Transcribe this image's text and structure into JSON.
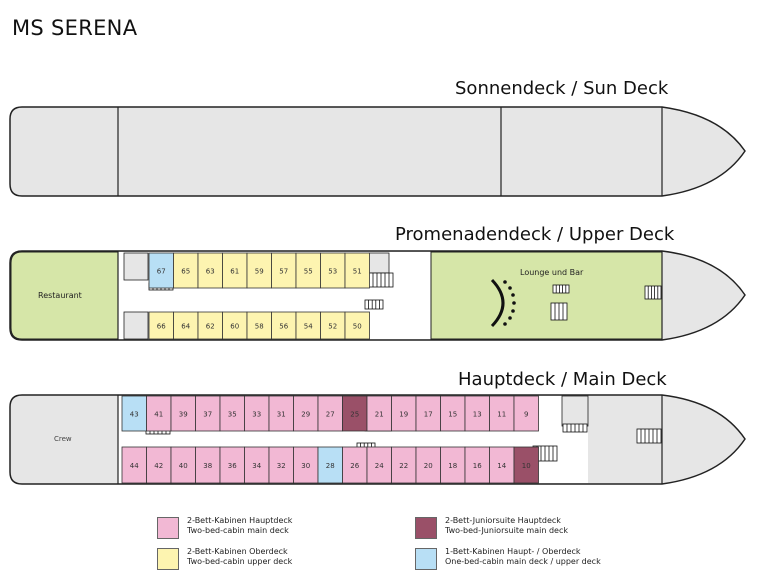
{
  "title": "MS SERENA",
  "decks": {
    "sun": {
      "label": "Sonnendeck / Sun Deck"
    },
    "upper": {
      "label": "Promenadendeck / Upper Deck",
      "restaurant": "Restaurant",
      "lounge": "Lounge und Bar",
      "row_top": [
        {
          "n": "67",
          "type": "single"
        },
        {
          "n": "65",
          "type": "upper"
        },
        {
          "n": "63",
          "type": "upper"
        },
        {
          "n": "61",
          "type": "upper"
        },
        {
          "n": "59",
          "type": "upper"
        },
        {
          "n": "57",
          "type": "upper"
        },
        {
          "n": "55",
          "type": "upper"
        },
        {
          "n": "53",
          "type": "upper"
        },
        {
          "n": "51",
          "type": "upper"
        }
      ],
      "row_bottom": [
        {
          "n": "66",
          "type": "upper"
        },
        {
          "n": "64",
          "type": "upper"
        },
        {
          "n": "62",
          "type": "upper"
        },
        {
          "n": "60",
          "type": "upper"
        },
        {
          "n": "58",
          "type": "upper"
        },
        {
          "n": "56",
          "type": "upper"
        },
        {
          "n": "54",
          "type": "upper"
        },
        {
          "n": "52",
          "type": "upper"
        },
        {
          "n": "50",
          "type": "upper"
        }
      ]
    },
    "main": {
      "label": "Hauptdeck / Main Deck",
      "crew": "Crew",
      "row_top": [
        {
          "n": "43",
          "type": "single"
        },
        {
          "n": "41",
          "type": "main"
        },
        {
          "n": "39",
          "type": "main"
        },
        {
          "n": "37",
          "type": "main"
        },
        {
          "n": "35",
          "type": "main"
        },
        {
          "n": "33",
          "type": "main"
        },
        {
          "n": "31",
          "type": "main"
        },
        {
          "n": "29",
          "type": "main"
        },
        {
          "n": "27",
          "type": "main"
        },
        {
          "n": "25",
          "type": "junior"
        },
        {
          "n": "21",
          "type": "main"
        },
        {
          "n": "19",
          "type": "main"
        },
        {
          "n": "17",
          "type": "main"
        },
        {
          "n": "15",
          "type": "main"
        },
        {
          "n": "13",
          "type": "main"
        },
        {
          "n": "11",
          "type": "main"
        },
        {
          "n": "9",
          "type": "main"
        }
      ],
      "row_bottom": [
        {
          "n": "44",
          "type": "main"
        },
        {
          "n": "42",
          "type": "main"
        },
        {
          "n": "40",
          "type": "main"
        },
        {
          "n": "38",
          "type": "main"
        },
        {
          "n": "36",
          "type": "main"
        },
        {
          "n": "34",
          "type": "main"
        },
        {
          "n": "32",
          "type": "main"
        },
        {
          "n": "30",
          "type": "main"
        },
        {
          "n": "28",
          "type": "single"
        },
        {
          "n": "26",
          "type": "main"
        },
        {
          "n": "24",
          "type": "main"
        },
        {
          "n": "22",
          "type": "main"
        },
        {
          "n": "20",
          "type": "main"
        },
        {
          "n": "18",
          "type": "main"
        },
        {
          "n": "16",
          "type": "main"
        },
        {
          "n": "14",
          "type": "main"
        },
        {
          "n": "10",
          "type": "junior"
        }
      ]
    }
  },
  "colors": {
    "main": "#f2b8d4",
    "upper": "#fdf4b0",
    "junior": "#9a5068",
    "single": "#b8dff5",
    "hull": "#e6e6e6",
    "venue": "#d6e6a8"
  },
  "legend": [
    {
      "key": "main",
      "line1": "2-Bett-Kabinen Hauptdeck",
      "line2": "Two-bed-cabin main deck"
    },
    {
      "key": "junior",
      "line1": "2-Bett-Juniorsuite Hauptdeck",
      "line2": "Two-bed-Juniorsuite main deck"
    },
    {
      "key": "upper",
      "line1": "2-Bett-Kabinen Oberdeck",
      "line2": "Two-bed-cabin upper deck"
    },
    {
      "key": "single",
      "line1": "1-Bett-Kabinen Haupt- / Oberdeck",
      "line2": "One-bed-cabin main deck / upper deck"
    }
  ]
}
